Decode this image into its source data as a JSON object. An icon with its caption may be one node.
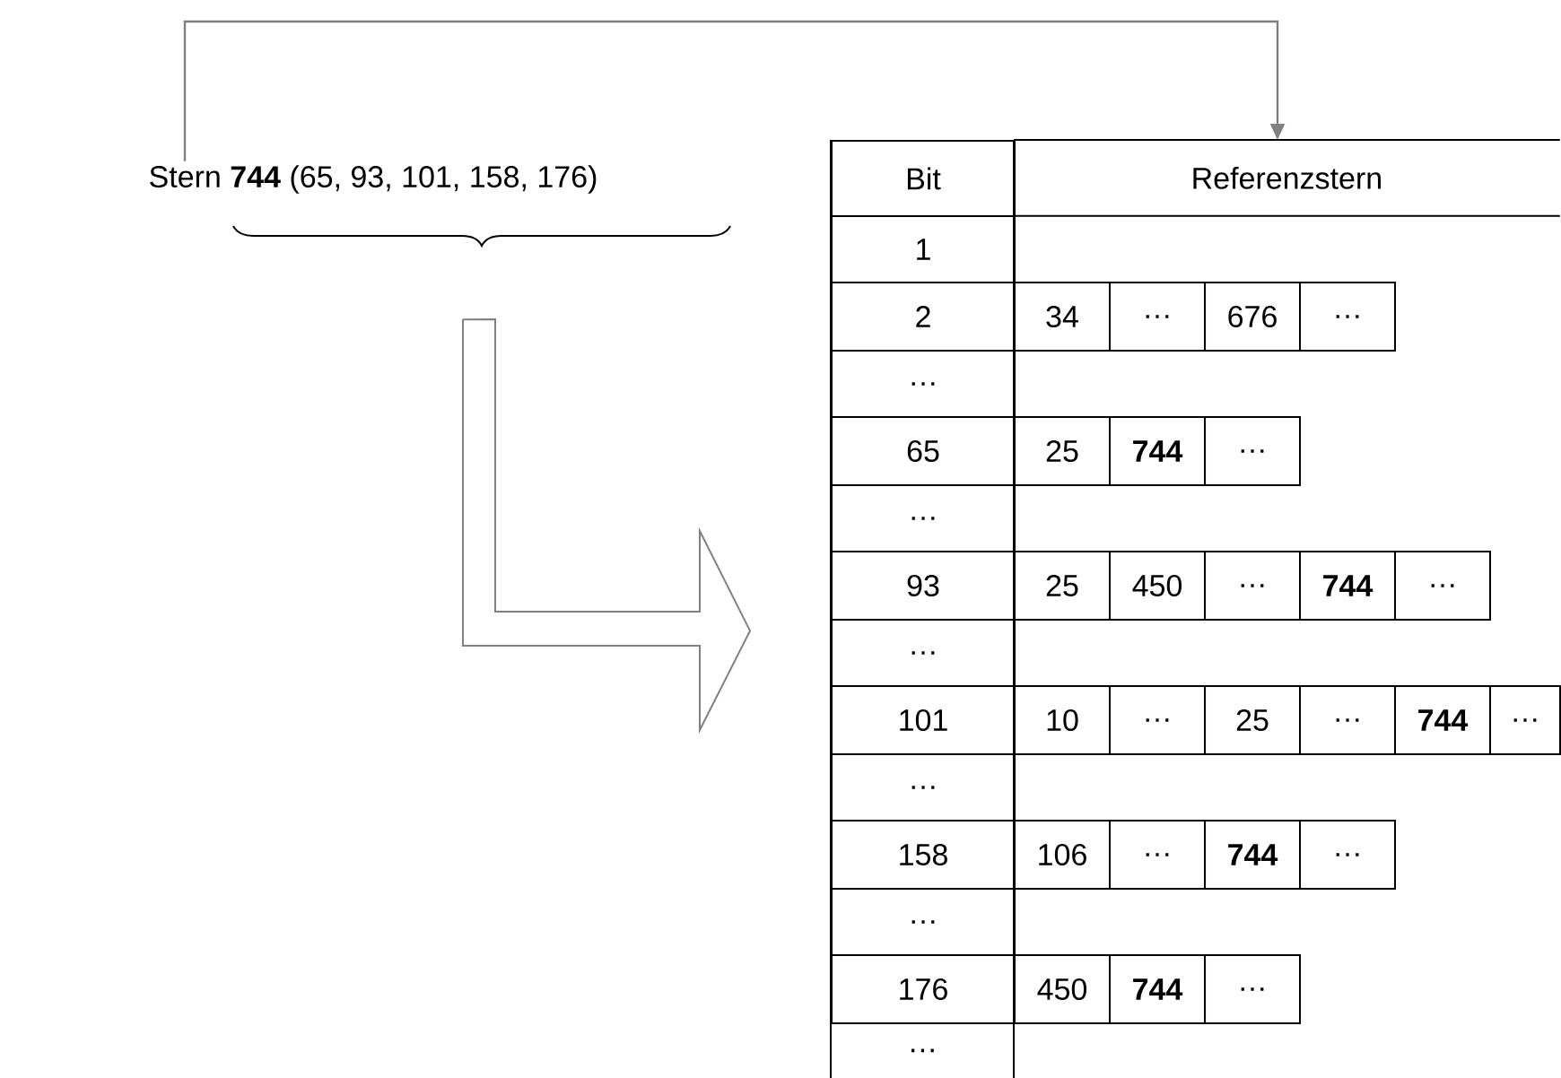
{
  "diagram": {
    "nodes": [
      {
        "text": [
          "Stern **744** (65, 93, 101, 158, 176)"
        ]
      },
      {
        "text": [],
        "shape": "box"
      },
      {
        "text": [
          "Bit"
        ],
        "in": 1
      },
      {
        "text": [
          "Referenzstern"
        ]
      },
      {
        "text": [
          "1"
        ],
        "in": 1
      },
      {
        "text": [
          "2"
        ],
        "in": 1
      },
      {
        "text": [
          "34"
        ]
      },
      {
        "text": [
          "…"
        ]
      },
      {
        "text": [
          "676"
        ]
      },
      {
        "text": [
          "…"
        ]
      },
      {
        "text": [
          "…"
        ],
        "in": 1
      },
      {
        "text": [
          "65"
        ],
        "in": 1
      },
      {
        "text": [
          "25"
        ]
      },
      {
        "text": [
          "744"
        ]
      },
      {
        "text": [
          "…"
        ]
      },
      {
        "text": [
          "…"
        ],
        "in": 1
      },
      {
        "text": [
          "93"
        ],
        "in": 1
      },
      {
        "text": [
          "25"
        ]
      },
      {
        "text": [
          "450"
        ]
      },
      {
        "text": [
          "…"
        ]
      },
      {
        "text": [
          "744"
        ]
      },
      {
        "text": [
          "…"
        ]
      },
      {
        "text": [
          "…"
        ],
        "in": 1
      },
      {
        "text": [
          "101"
        ],
        "in": 1
      },
      {
        "text": [
          "10"
        ]
      },
      {
        "text": [
          "…"
        ]
      },
      {
        "text": [
          "25"
        ]
      },
      {
        "text": [
          "…"
        ]
      },
      {
        "text": [
          "744"
        ]
      },
      {
        "text": [
          "…"
        ]
      },
      {
        "text": [
          "…"
        ],
        "in": 1
      },
      {
        "text": [
          "158"
        ],
        "in": 1
      },
      {
        "text": [
          "106"
        ]
      },
      {
        "text": [
          "…"
        ]
      },
      {
        "text": [
          "744"
        ]
      },
      {
        "text": [
          "…"
        ]
      },
      {
        "text": [
          "…"
        ],
        "in": 1
      },
      {
        "text": [
          "176"
        ],
        "in": 1
      },
      {
        "text": [
          "450"
        ]
      },
      {
        "text": [
          "744"
        ]
      },
      {
        "text": [
          "…"
        ]
      },
      {
        "text": [
          "…"
        ],
        "in": 1
      }
    ],
    "edges": [
      {
        "from": 0,
        "to": 3,
        "arrow": "to"
      },
      {
        "from": 0,
        "to": 1,
        "arrow": "to",
        "style": "thick"
      }
    ]
  }
}
